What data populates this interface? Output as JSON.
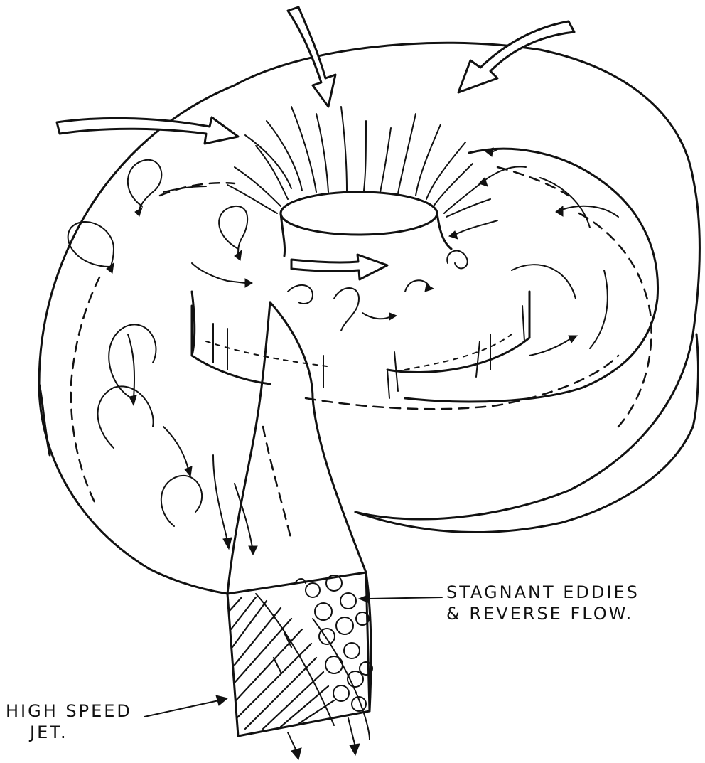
{
  "labels": {
    "eddies_line1": "Stagnant Eddies",
    "eddies_line2": "& Reverse Flow.",
    "jet_line1": "High Speed",
    "jet_line2": "Jet."
  }
}
